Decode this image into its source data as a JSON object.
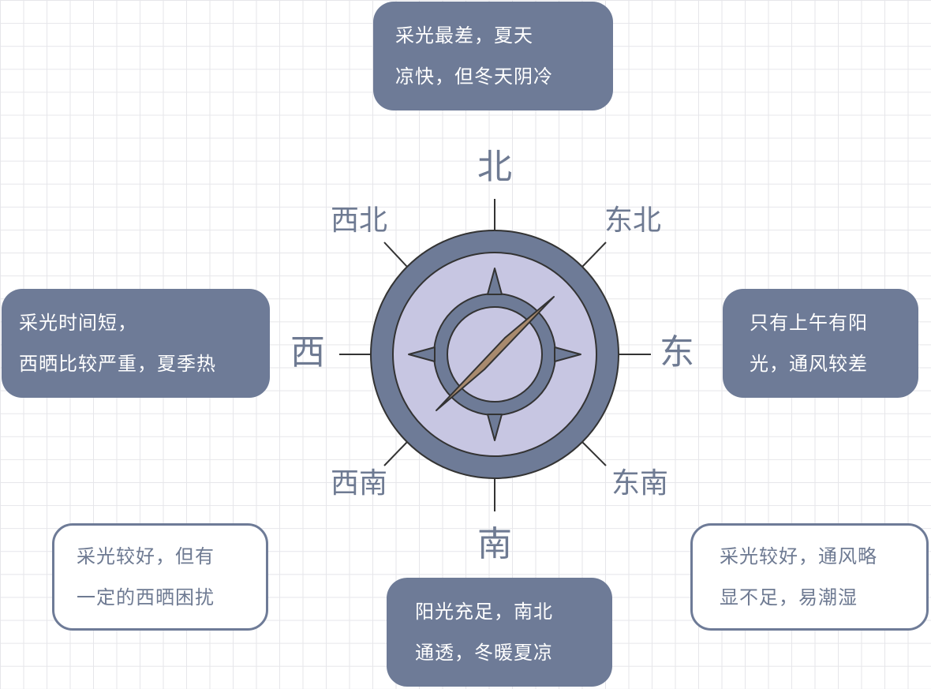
{
  "directions": {
    "north": "北",
    "northeast": "东北",
    "east": "东",
    "southeast": "东南",
    "south": "南",
    "southwest": "西南",
    "west": "西",
    "northwest": "西北"
  },
  "notes": {
    "north": [
      "采光最差，夏天",
      "凉快，但冬天阴冷"
    ],
    "east": [
      "只有上午有阳",
      "光，通风较差"
    ],
    "south": [
      "阳光充足，南北",
      "通透，冬暖夏凉"
    ],
    "west": [
      "采光时间短，",
      "西晒比较严重，夏季热"
    ],
    "southeast": [
      "采光较好，通风略",
      "显不足，易潮湿"
    ],
    "southwest": [
      "采光较好，但有",
      "一定的西晒困扰"
    ]
  },
  "colors": {
    "card_fill": "#6e7b97",
    "compass_outer": "#6e7b97",
    "compass_inner": "#c7c6e2",
    "needle": "#a88a6e",
    "label": "#6e7a92"
  }
}
